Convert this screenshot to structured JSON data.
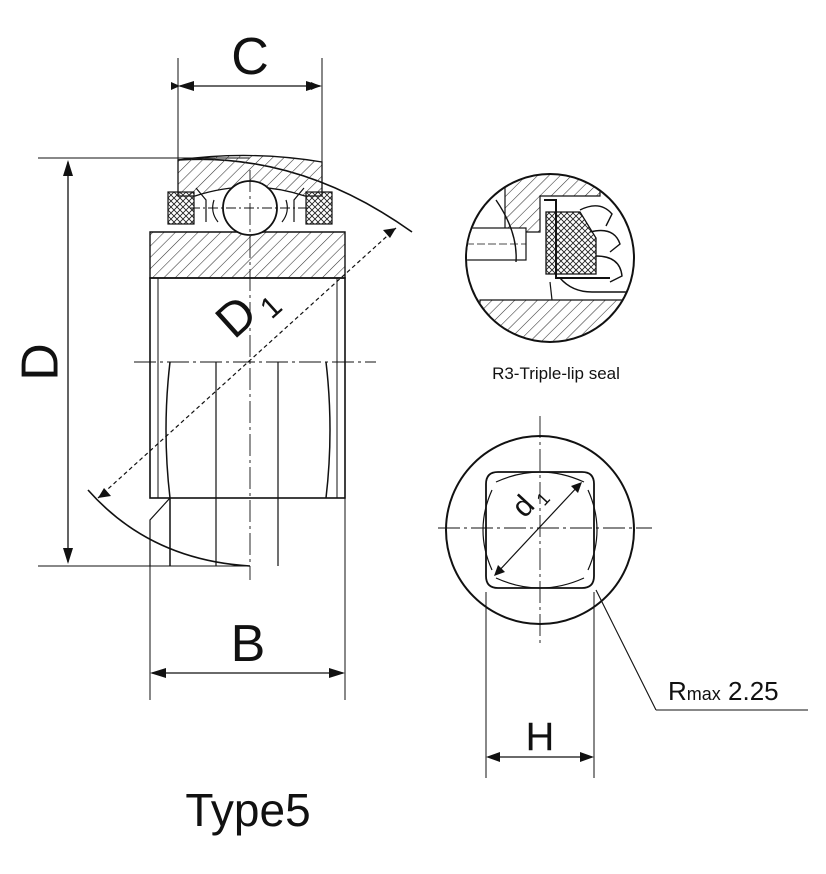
{
  "labels": {
    "C": "C",
    "D": "D",
    "D1_letter": "D",
    "D1_sub": "1",
    "B": "B",
    "d1_letter": "d",
    "d1_sub": "1",
    "H": "H",
    "rmax_prefix": "R",
    "rmax_sub": "max",
    "rmax_value": " 2.25",
    "seal_caption": "R3-Triple-lip seal",
    "type_title": "Type5"
  }
}
